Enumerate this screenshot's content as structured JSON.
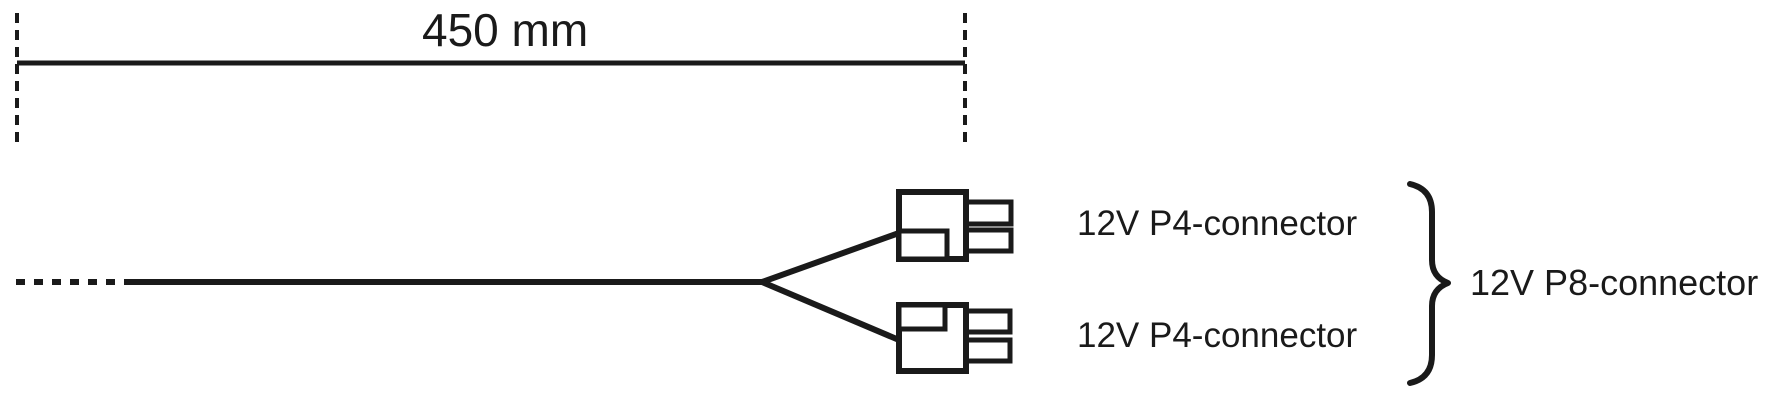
{
  "diagram": {
    "title_hint": "power-cable-dimension-diagram",
    "dimension": {
      "label": "450 mm"
    },
    "connectors": {
      "top_label": "12V P4-connector",
      "bottom_label": "12V P4-connector",
      "combined_label": "12V P8-connector"
    },
    "colors": {
      "line": "#1a1a1a",
      "background": "#ffffff"
    }
  }
}
